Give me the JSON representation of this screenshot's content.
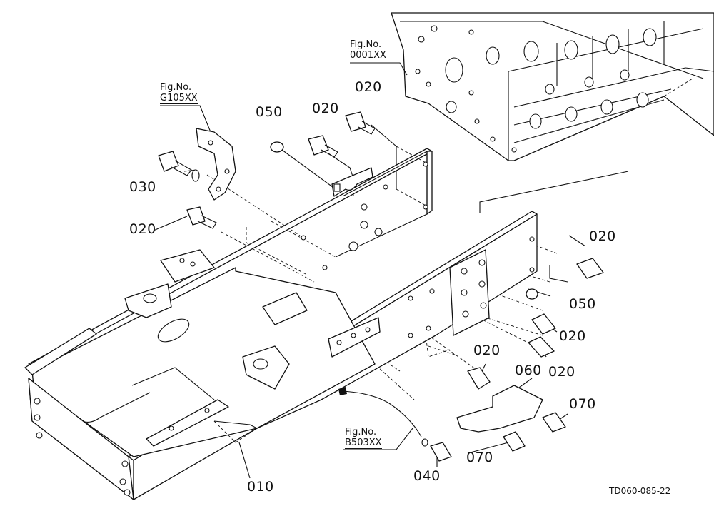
{
  "document_id": "TD060-085-22",
  "part_labels": [
    {
      "id": "p020_a",
      "text": "020"
    },
    {
      "id": "p020_b",
      "text": "020"
    },
    {
      "id": "p050_a",
      "text": "050"
    },
    {
      "id": "p030",
      "text": "030"
    },
    {
      "id": "p020_c",
      "text": "020"
    },
    {
      "id": "p020_d",
      "text": "020"
    },
    {
      "id": "p050_b",
      "text": "050"
    },
    {
      "id": "p020_e",
      "text": "020"
    },
    {
      "id": "p020_f",
      "text": "020"
    },
    {
      "id": "p020_g",
      "text": "020"
    },
    {
      "id": "p060",
      "text": "060"
    },
    {
      "id": "p070_a",
      "text": "070"
    },
    {
      "id": "p070_b",
      "text": "070"
    },
    {
      "id": "p040",
      "text": "040"
    },
    {
      "id": "p010",
      "text": "010"
    }
  ],
  "figure_refs": [
    {
      "id": "engine",
      "line1": "Fig.No.",
      "line2": "0001XX"
    },
    {
      "id": "bracket",
      "line1": "Fig.No.",
      "line2": "G105XX"
    },
    {
      "id": "harness",
      "line1": "Fig.No.",
      "line2": "B503XX"
    }
  ]
}
